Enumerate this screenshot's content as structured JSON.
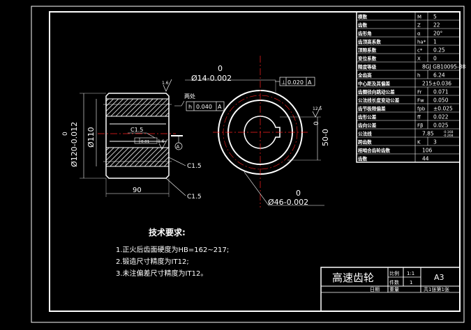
{
  "colors": {
    "background": "#000000",
    "lines": "#ffffff",
    "centerline": "#ff2020",
    "hatch": "#ffffff"
  },
  "params": [
    {
      "name": "模数",
      "sym": "M",
      "val": "5"
    },
    {
      "name": "齿数",
      "sym": "Z",
      "val": "22"
    },
    {
      "name": "齿形角",
      "sym": "α",
      "val": "20°"
    },
    {
      "name": "齿顶高系数",
      "sym": "ha*",
      "val": "1"
    },
    {
      "name": "顶隙系数",
      "sym": "c*",
      "val": "0.25"
    },
    {
      "name": "变位系数",
      "sym": "X",
      "val": "0"
    },
    {
      "name": "精度等级",
      "sym": "",
      "val": "8GJ GB10095-88"
    },
    {
      "name": "全齿高",
      "sym": "h",
      "val": "6.24"
    },
    {
      "name": "中心距及其偏差",
      "sym": "",
      "val": "215±0.036"
    },
    {
      "name": "齿圈径向跳动公差",
      "sym": "Fr",
      "val": "0.071"
    },
    {
      "name": "公法线长度变动公差",
      "sym": "Fw",
      "val": "0.050"
    },
    {
      "name": "齿节极限偏差",
      "sym": "fpb",
      "val": "±0.025"
    },
    {
      "name": "齿形公差",
      "sym": "ff",
      "val": "0.022"
    },
    {
      "name": "齿向公差",
      "sym": "Fβ",
      "val": "0.025"
    },
    {
      "name": "公法线",
      "sym": "",
      "val": "7.85"
    },
    {
      "name": "跨齿数",
      "sym": "K",
      "val": "3"
    },
    {
      "name": "相啮合齿轮齿数",
      "sym": "",
      "val": "106"
    },
    {
      "name": "齿数",
      "sym": "",
      "val": "44"
    }
  ],
  "w_tol": {
    "upper": "-0.168",
    "lower": "-0.268"
  },
  "left_view": {
    "dia_outer": "Ø120-0.012",
    "dia_outer_zero": "0",
    "dia_inner": "Ø110",
    "width": "90",
    "chamfer1": "C1.5",
    "chamfer2": "C1.5",
    "chamfer3": "C1.5",
    "roughness1": "1.6",
    "roughness2": "1.6",
    "flatness_label": "两处",
    "tol_h_sym": "h",
    "tol_h_val": "0.040",
    "tol_h_ref": "A",
    "tol_small": "0.01",
    "datum": "A"
  },
  "right_view": {
    "hub_dia_zero": "0",
    "hub_dia": "Ø14-0.002",
    "tol_sym": "⊥",
    "tol_val": "0.020",
    "tol_ref": "A",
    "roughness": "12.5",
    "key_zero": "0",
    "key_dim": "50-0",
    "bore_zero": "0",
    "bore_dia": "Ø46-0.002"
  },
  "notes": {
    "title": "技术要求:",
    "items": [
      "1.正火后齿面硬度为HB=162~217;",
      "2.锻造尺寸精度为IT12;",
      "3.未注偏差尺寸精度为IT12。"
    ]
  },
  "title_block": {
    "name": "高速齿轮",
    "scale_label": "比例",
    "scale": "1:1",
    "qty_label": "件数",
    "qty": "1",
    "size": "A3",
    "date_label": "日期",
    "weight_label": "重量",
    "sheet": "共1张第1张"
  }
}
